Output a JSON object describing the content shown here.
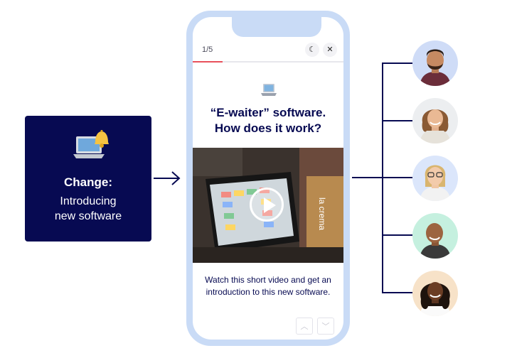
{
  "change_card": {
    "title": "Change:",
    "subtitle_line1": "Introducing",
    "subtitle_line2": "new software",
    "icons": [
      "laptop-icon",
      "bell-icon"
    ]
  },
  "phone": {
    "progress_label": "1/5",
    "progress_fraction": 0.2,
    "theme_icon": "moon-icon",
    "close_icon": "close-icon",
    "slide_icon": "laptop-icon",
    "title_line1": "“E-waiter” software.",
    "title_line2": "How does it work?",
    "video_overlay_text": "la crema",
    "description_line1": "Watch this short video and get an",
    "description_line2": "introduction to this new software.",
    "nav": {
      "up_icon": "chevron-up-icon",
      "down_icon": "chevron-down-icon"
    }
  },
  "colors": {
    "navy": "#070a52",
    "phone_frame": "#c9dbf6",
    "progress_accent": "#e8505b"
  },
  "avatars": [
    {
      "name": "avatar-1",
      "bg": "#cfdcf7"
    },
    {
      "name": "avatar-2",
      "bg": "#eceef0"
    },
    {
      "name": "avatar-3",
      "bg": "#dbe6fb"
    },
    {
      "name": "avatar-4",
      "bg": "#c5f0df"
    },
    {
      "name": "avatar-5",
      "bg": "#f7e2c8"
    }
  ]
}
